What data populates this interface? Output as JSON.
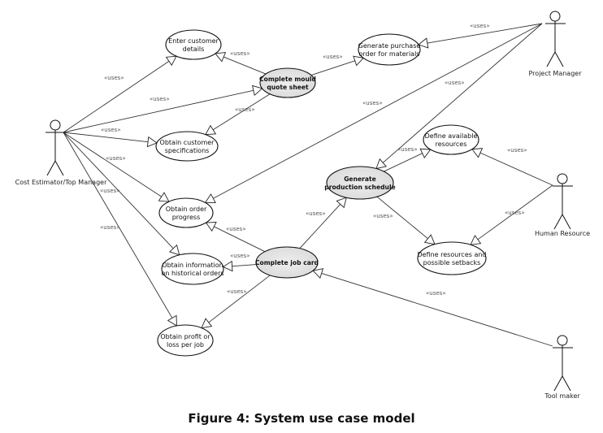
{
  "caption": "Figure 4: System use case model",
  "stereotype": "«uses»",
  "colors": {
    "primary_use_case_fill": "#d9d9d9",
    "use_case_fill": "#ffffff",
    "line": "#333333"
  },
  "actors": [
    {
      "id": "cost-estimator",
      "label": "Cost Estimator/Top Manager"
    },
    {
      "id": "project-manager",
      "label": "Project Manager"
    },
    {
      "id": "human-resource",
      "label": "Human Resource"
    },
    {
      "id": "tool-maker",
      "label": "Tool maker"
    }
  ],
  "use_cases": [
    {
      "id": "enter-customer-details",
      "lines": [
        "Enter customer",
        "details"
      ],
      "primary": false
    },
    {
      "id": "complete-mould-quote-sheet",
      "lines": [
        "Complete mould",
        "quote sheet"
      ],
      "primary": true
    },
    {
      "id": "generate-purchase-order",
      "lines": [
        "Generate purchase",
        "order for materials"
      ],
      "primary": false
    },
    {
      "id": "obtain-customer-specifications",
      "lines": [
        "Obtain customer",
        "specifications"
      ],
      "primary": false
    },
    {
      "id": "obtain-order-progress",
      "lines": [
        "Obtain order",
        "progress"
      ],
      "primary": false
    },
    {
      "id": "define-available-resources",
      "lines": [
        "Define available",
        "resources"
      ],
      "primary": false
    },
    {
      "id": "generate-production-schedule",
      "lines": [
        "Generate",
        "production schedule"
      ],
      "primary": true
    },
    {
      "id": "obtain-historical-orders",
      "lines": [
        "Obtain information",
        "on historical orders"
      ],
      "primary": false
    },
    {
      "id": "complete-job-card",
      "lines": [
        "Complete job card"
      ],
      "primary": true
    },
    {
      "id": "define-resources-setbacks",
      "lines": [
        "Define resources and",
        "possible setbacks"
      ],
      "primary": false
    },
    {
      "id": "obtain-profit-loss",
      "lines": [
        "Obtain profit or",
        "loss per job"
      ],
      "primary": false
    }
  ],
  "relationships": [
    {
      "from": "cost-estimator",
      "to": "enter-customer-details",
      "label": "«uses»"
    },
    {
      "from": "cost-estimator",
      "to": "complete-mould-quote-sheet",
      "label": "«uses»"
    },
    {
      "from": "cost-estimator",
      "to": "obtain-customer-specifications",
      "label": "«uses»"
    },
    {
      "from": "cost-estimator",
      "to": "obtain-order-progress",
      "label": "«uses»"
    },
    {
      "from": "cost-estimator",
      "to": "obtain-historical-orders",
      "label": "«uses»"
    },
    {
      "from": "cost-estimator",
      "to": "obtain-profit-loss",
      "label": "«uses»"
    },
    {
      "from": "complete-mould-quote-sheet",
      "to": "enter-customer-details",
      "label": "«uses»"
    },
    {
      "from": "complete-mould-quote-sheet",
      "to": "obtain-customer-specifications",
      "label": "«uses»"
    },
    {
      "from": "complete-mould-quote-sheet",
      "to": "generate-purchase-order",
      "label": "«uses»"
    },
    {
      "from": "project-manager",
      "to": "generate-purchase-order",
      "label": "«uses»"
    },
    {
      "from": "project-manager",
      "to": "obtain-order-progress",
      "label": "«uses»"
    },
    {
      "from": "project-manager",
      "to": "generate-production-schedule",
      "label": "«uses»"
    },
    {
      "from": "generate-production-schedule",
      "to": "define-available-resources",
      "label": "«uses»"
    },
    {
      "from": "generate-production-schedule",
      "to": "define-resources-setbacks",
      "label": "«uses»"
    },
    {
      "from": "human-resource",
      "to": "define-available-resources",
      "label": "«uses»"
    },
    {
      "from": "human-resource",
      "to": "define-resources-setbacks",
      "label": "«uses»"
    },
    {
      "from": "complete-job-card",
      "to": "generate-production-schedule",
      "label": "«uses»"
    },
    {
      "from": "complete-job-card",
      "to": "obtain-order-progress",
      "label": "«uses»"
    },
    {
      "from": "complete-job-card",
      "to": "obtain-historical-orders",
      "label": "«uses»"
    },
    {
      "from": "complete-job-card",
      "to": "obtain-profit-loss",
      "label": "«uses»"
    },
    {
      "from": "tool-maker",
      "to": "complete-job-card",
      "label": "«uses»"
    }
  ]
}
